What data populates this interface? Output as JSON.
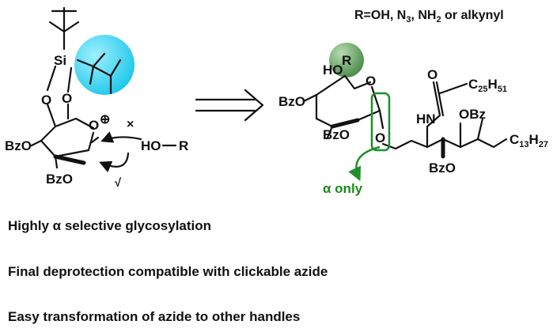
{
  "r_definition": {
    "prefix": "R=OH, N",
    "sub1": "3",
    "mid": ", NH",
    "sub2": "2",
    "suffix": "  or alkynyl"
  },
  "left_structure": {
    "si": "Si",
    "o_top": "O",
    "o_mid": "O",
    "o_ring": "O",
    "plus": "⊕",
    "bzo_left": "BzO",
    "bzo_bottom": "BzO",
    "nucleophile_ho": "HO",
    "nucleophile_r": "R",
    "blocked_mark": "×",
    "allowed_mark": "√"
  },
  "right_structure": {
    "r_group": "R",
    "ho": "HO",
    "o_ring": "O",
    "bzo_left": "BzO",
    "bzo_bottom": "BzO",
    "o_link": "O",
    "c25": {
      "c": "C",
      "sub1": "25",
      "h": "H",
      "sub2": "51"
    },
    "o_amide": "O",
    "hn": "HN",
    "obz_right": "OBz",
    "bzo_chain": "BzO",
    "c13": {
      "c": "C",
      "sub1": "13",
      "h": "H",
      "sub2": "27"
    },
    "alpha_label": "α only"
  },
  "colors": {
    "cyan_ball": "#32d4f0",
    "green_ball": "#5f9e5a",
    "green_highlight": "#1f8f2a",
    "alpha_text": "#1a8a1a"
  },
  "captions": [
    "Highly α selective glycosylation",
    "Final deprotection compatible with clickable azide",
    "Easy transformation of azide to other handles"
  ]
}
